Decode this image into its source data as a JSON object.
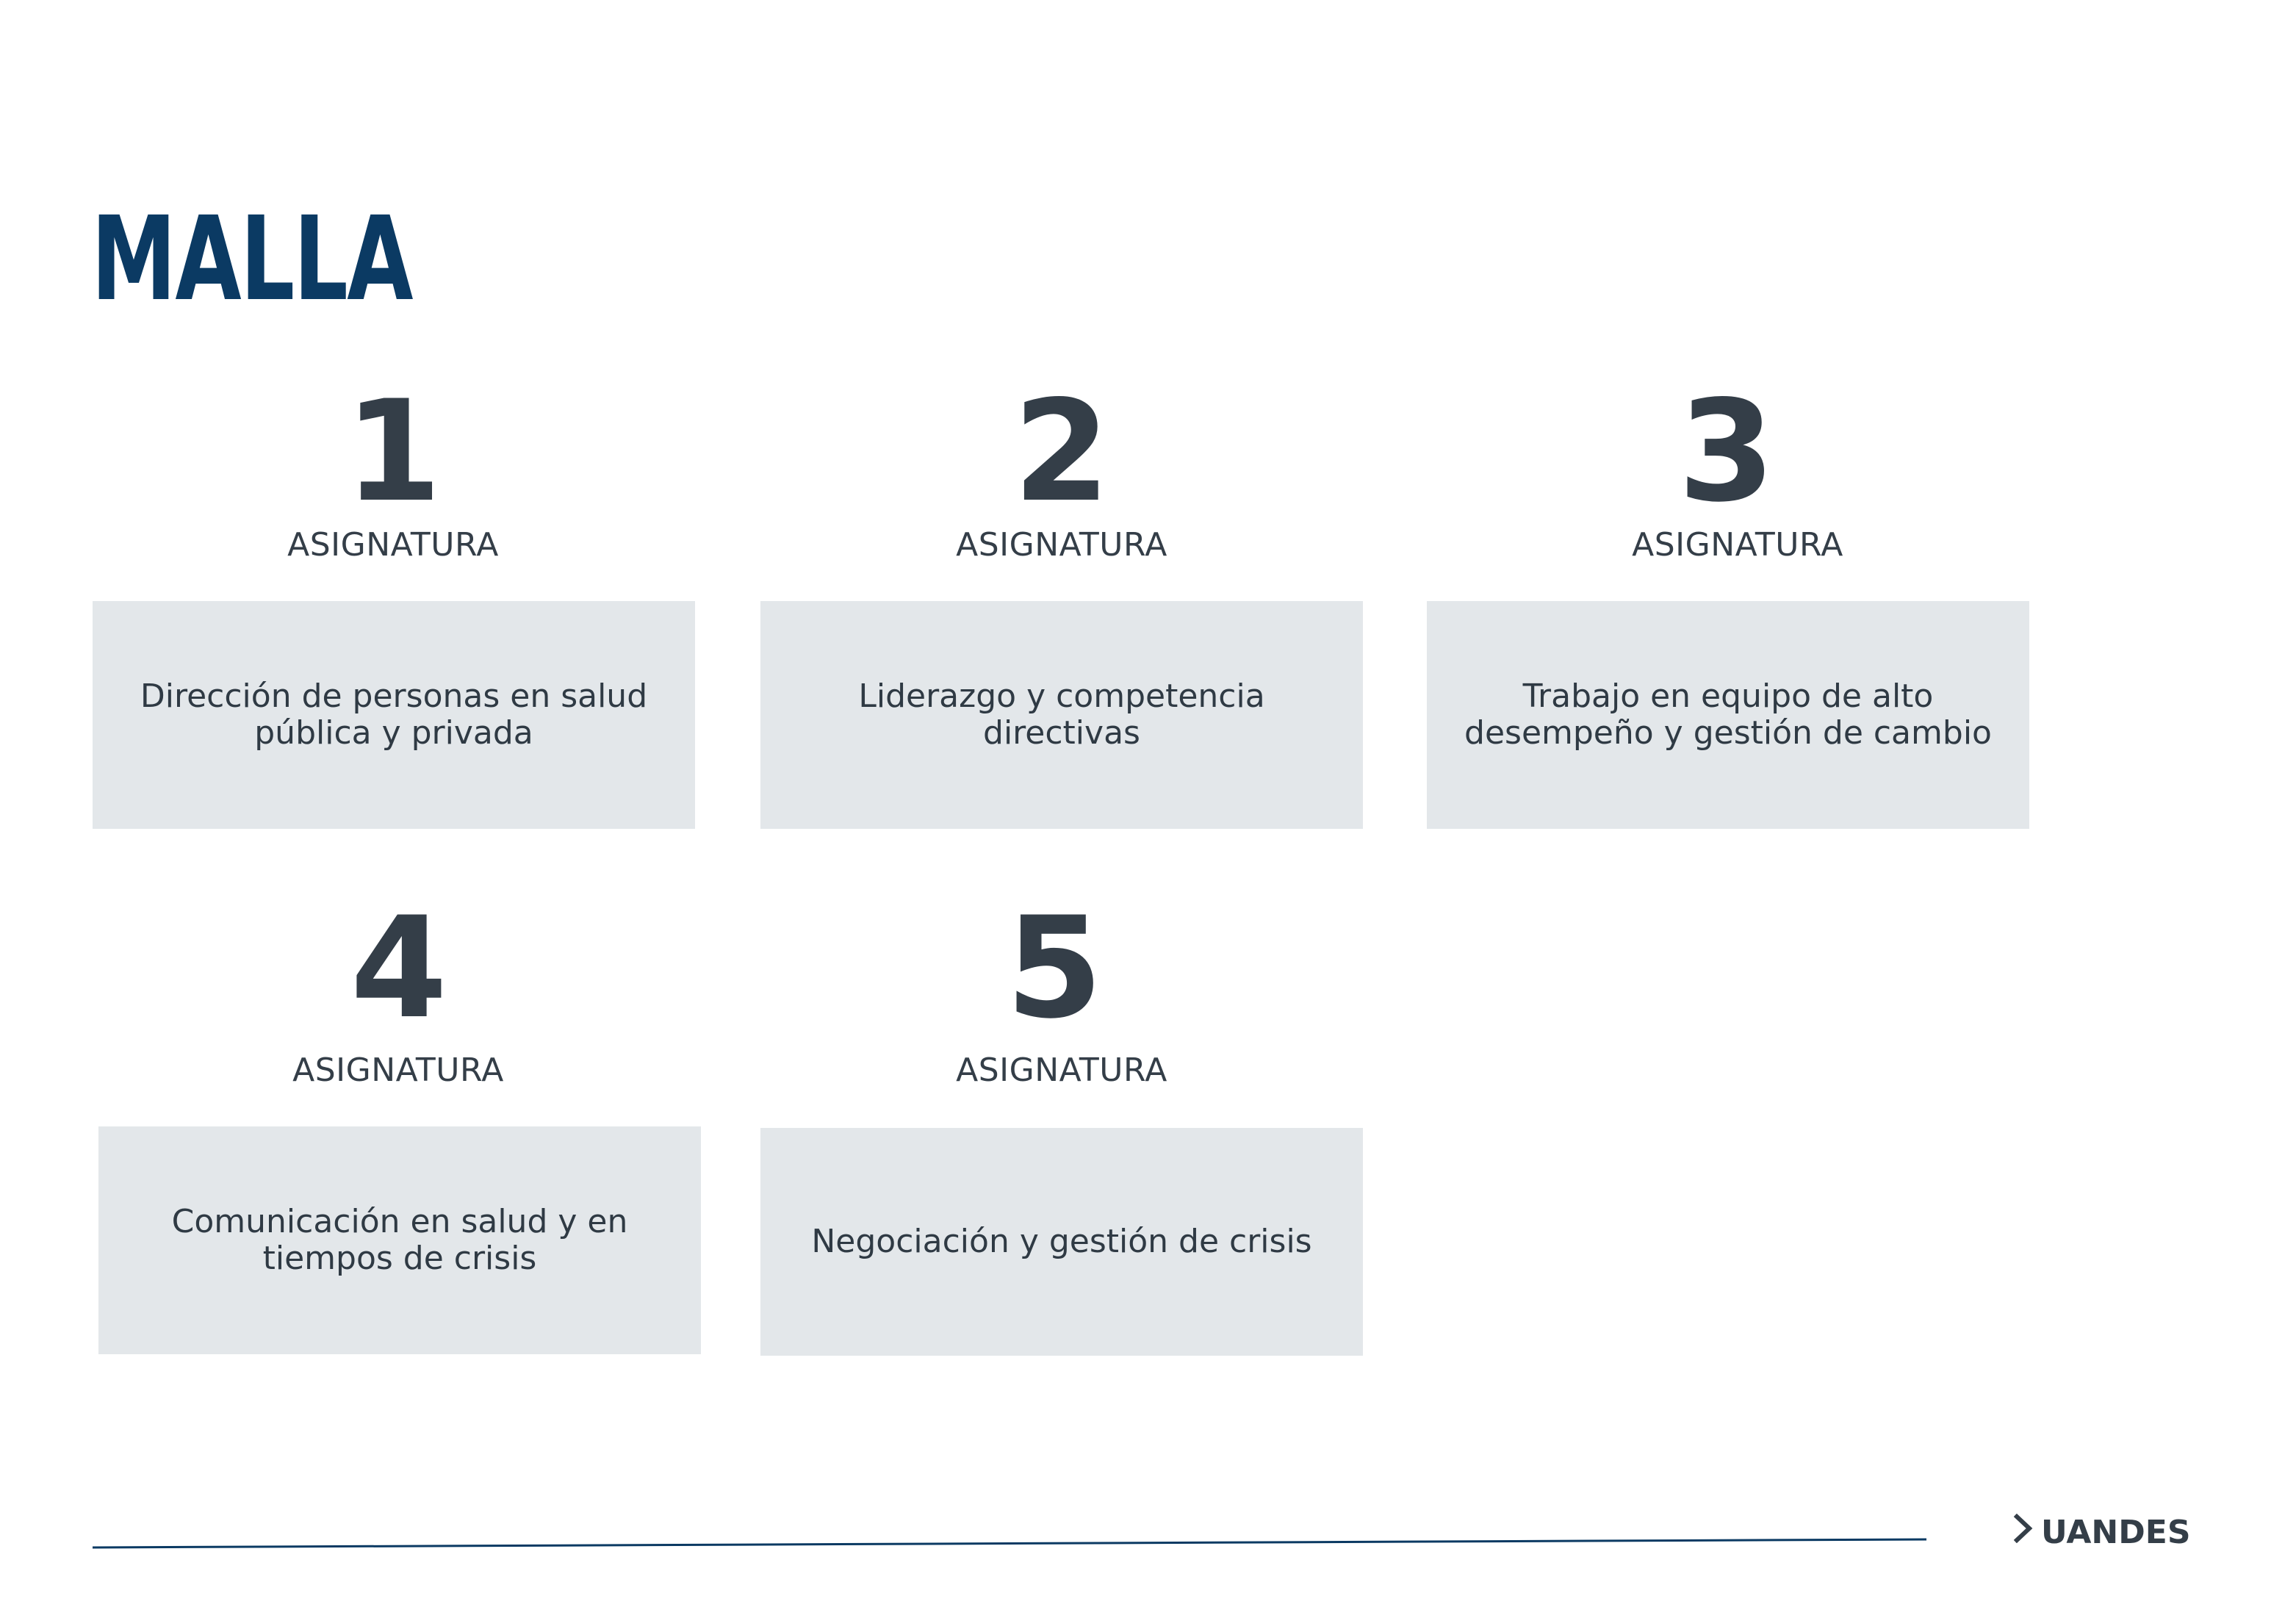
{
  "title": "MALLA",
  "courses": [
    {
      "number": "1",
      "label": "ASIGNATURA",
      "name": "Dirección de personas en salud pública y privada"
    },
    {
      "number": "2",
      "label": "ASIGNATURA",
      "name": "Liderazgo y competencia directivas"
    },
    {
      "number": "3",
      "label": "ASIGNATURA",
      "name": "Trabajo en equipo de alto desempeño y gestión de cambio"
    },
    {
      "number": "4",
      "label": "ASIGNATURA",
      "name": "Comunicación en salud y en tiempos de crisis"
    },
    {
      "number": "5",
      "label": "ASIGNATURA",
      "name": "Negociación y gestión de crisis"
    }
  ],
  "footer": {
    "brand": "UANDES",
    "brand_icon": "chevron-right-icon",
    "line_color": "#0b3a63"
  },
  "colors": {
    "title": "#0b3a63",
    "text": "#343e48",
    "box_bg": "#e3e7ea"
  }
}
